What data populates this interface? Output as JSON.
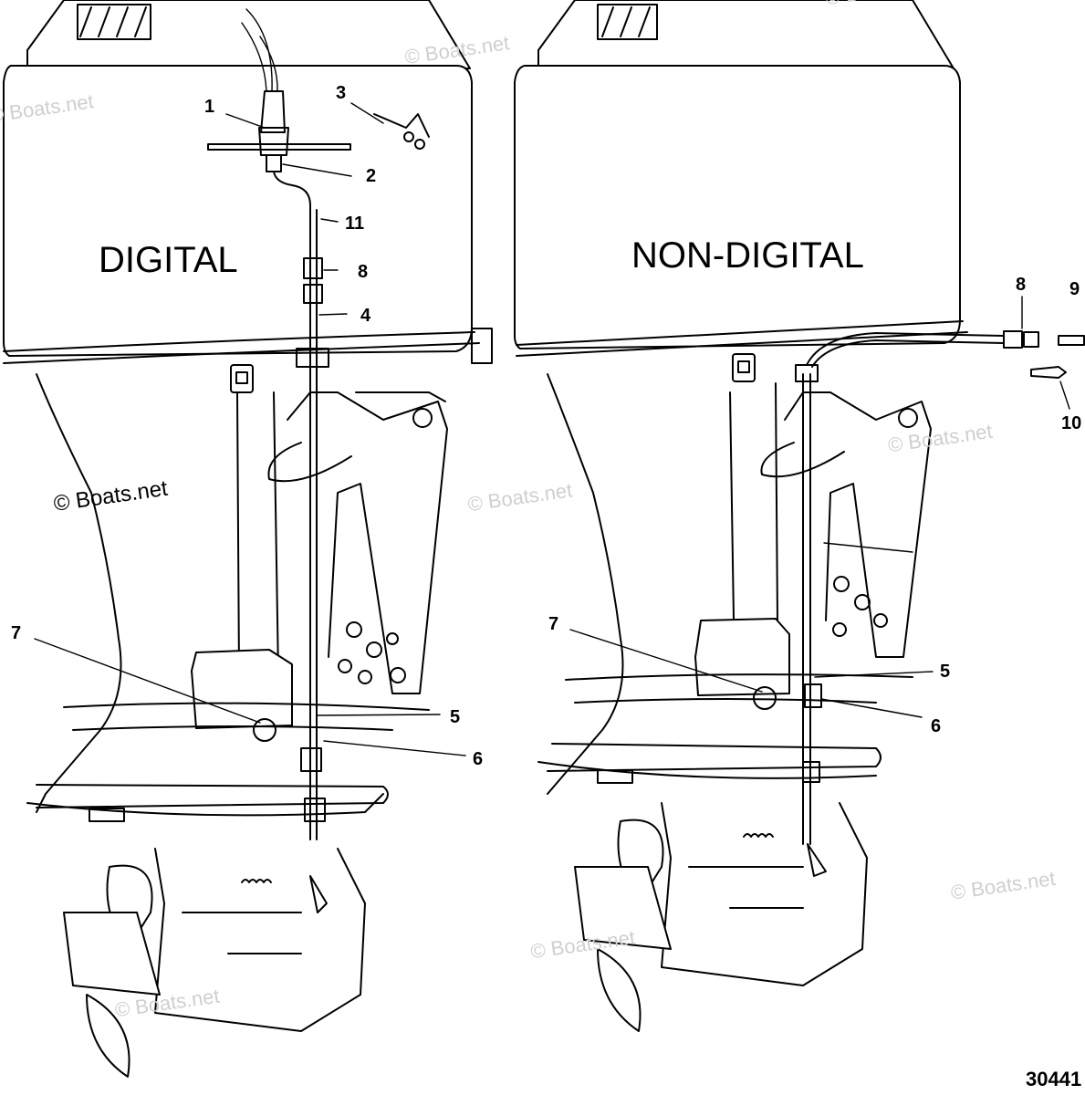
{
  "panels": {
    "digital": {
      "title": "DIGITAL"
    },
    "non_digital": {
      "title": "NON-DIGITAL"
    }
  },
  "callouts": {
    "digital": [
      "1",
      "2",
      "3",
      "11",
      "8",
      "4",
      "7",
      "5",
      "6"
    ],
    "non_digital": [
      "8",
      "9",
      "10",
      "7",
      "5",
      "6"
    ]
  },
  "watermark": "© Boats.net",
  "figure_number": "30441"
}
